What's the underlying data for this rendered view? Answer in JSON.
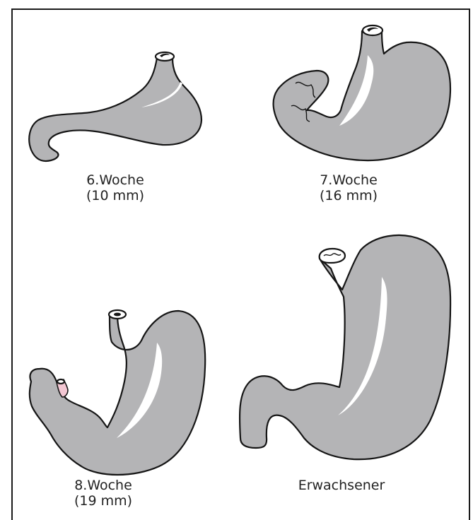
{
  "stages": [
    {
      "id": "week6",
      "line1": "6.Woche",
      "line2": "(10 mm)"
    },
    {
      "id": "week7",
      "line1": "7.Woche",
      "line2": "(16 mm)"
    },
    {
      "id": "week8",
      "line1": "8.Woche",
      "line2": "(19 mm)"
    },
    {
      "id": "adult",
      "line1": "Erwachsener",
      "line2": ""
    }
  ],
  "colors": {
    "organ_fill": "#b4b4b6",
    "outline": "#151515",
    "highlight": "#ffffff",
    "pylorus_fill": "#f3c7d3"
  }
}
